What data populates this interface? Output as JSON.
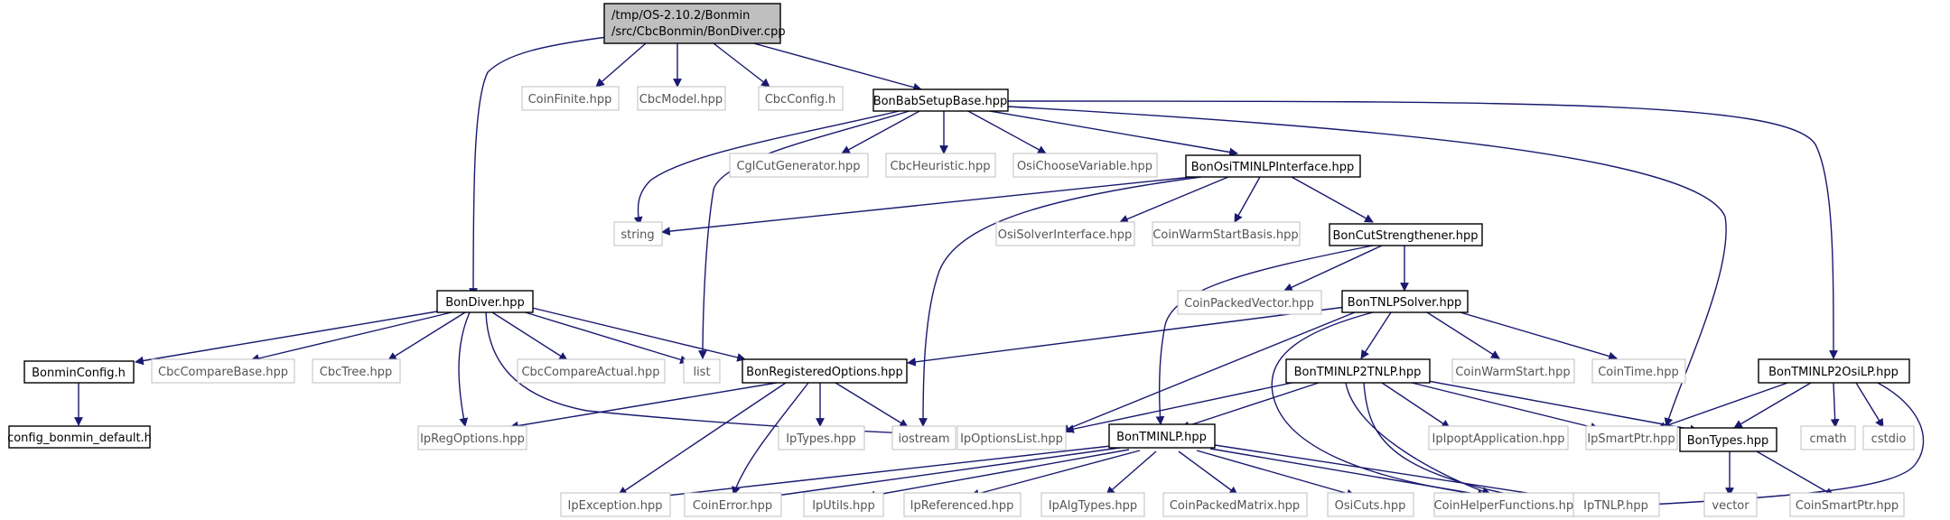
{
  "colors": {
    "edge": "#191970",
    "root_fill": "#bfbfbf",
    "ext_border": "#bfbfbf",
    "ext_text": "#555555"
  },
  "nodes": {
    "root": [
      "/tmp/OS-2.10.2/Bonmin",
      "/src/CbcBonmin/BonDiver.cpp"
    ],
    "coinfinite": "CoinFinite.hpp",
    "cbcmodel": "CbcModel.hpp",
    "cbcconfig": "CbcConfig.h",
    "bonbabsetupbase": "BonBabSetupBase.hpp",
    "bondiver": "BonDiver.hpp",
    "cglcutgen": "CglCutGenerator.hpp",
    "cbcheuristic": "CbcHeuristic.hpp",
    "osichoosevar": "OsiChooseVariable.hpp",
    "bonositminlp": "BonOsiTMINLPInterface.hpp",
    "string": "string",
    "osisolverinterface": "OsiSolverInterface.hpp",
    "coinwarmstartbasis": "CoinWarmStartBasis.hpp",
    "boncutstrength": "BonCutStrengthener.hpp",
    "coinpackedvector": "CoinPackedVector.hpp",
    "bontnlpsolver": "BonTNLPSolver.hpp",
    "bonminconfig": "BonminConfig.h",
    "cbccomparebase": "CbcCompareBase.hpp",
    "cbctree": "CbcTree.hpp",
    "cbccompareactual": "CbcCompareActual.hpp",
    "list": "list",
    "bonregopts": "BonRegisteredOptions.hpp",
    "bontminlp2tnlp": "BonTMINLP2TNLP.hpp",
    "coinwarmstart": "CoinWarmStart.hpp",
    "cointime": "CoinTime.hpp",
    "bontminlp2osilp": "BonTMINLP2OsiLP.hpp",
    "configdefault": "config_bonmin_default.h",
    "ipregoptions": "IpRegOptions.hpp",
    "iptypes": "IpTypes.hpp",
    "iostream": "iostream",
    "ipoptionslist": "IpOptionsList.hpp",
    "bontminlp": "BonTMINLP.hpp",
    "ipipoptapp": "IpIpoptApplication.hpp",
    "ipsmartptr": "IpSmartPtr.hpp",
    "bontypes": "BonTypes.hpp",
    "cmath": "cmath",
    "cstdio": "cstdio",
    "ipexception": "IpException.hpp",
    "coinerror": "CoinError.hpp",
    "iputils": "IpUtils.hpp",
    "ipreferenced": "IpReferenced.hpp",
    "ipalgtypes": "IpAlgTypes.hpp",
    "coinpackedmatrix": "CoinPackedMatrix.hpp",
    "osicuts": "OsiCuts.hpp",
    "coinhelperfuncs": "CoinHelperFunctions.hpp",
    "iptnlp": "IpTNLP.hpp",
    "vector": "vector",
    "coinsmartptr": "CoinSmartPtr.hpp"
  }
}
